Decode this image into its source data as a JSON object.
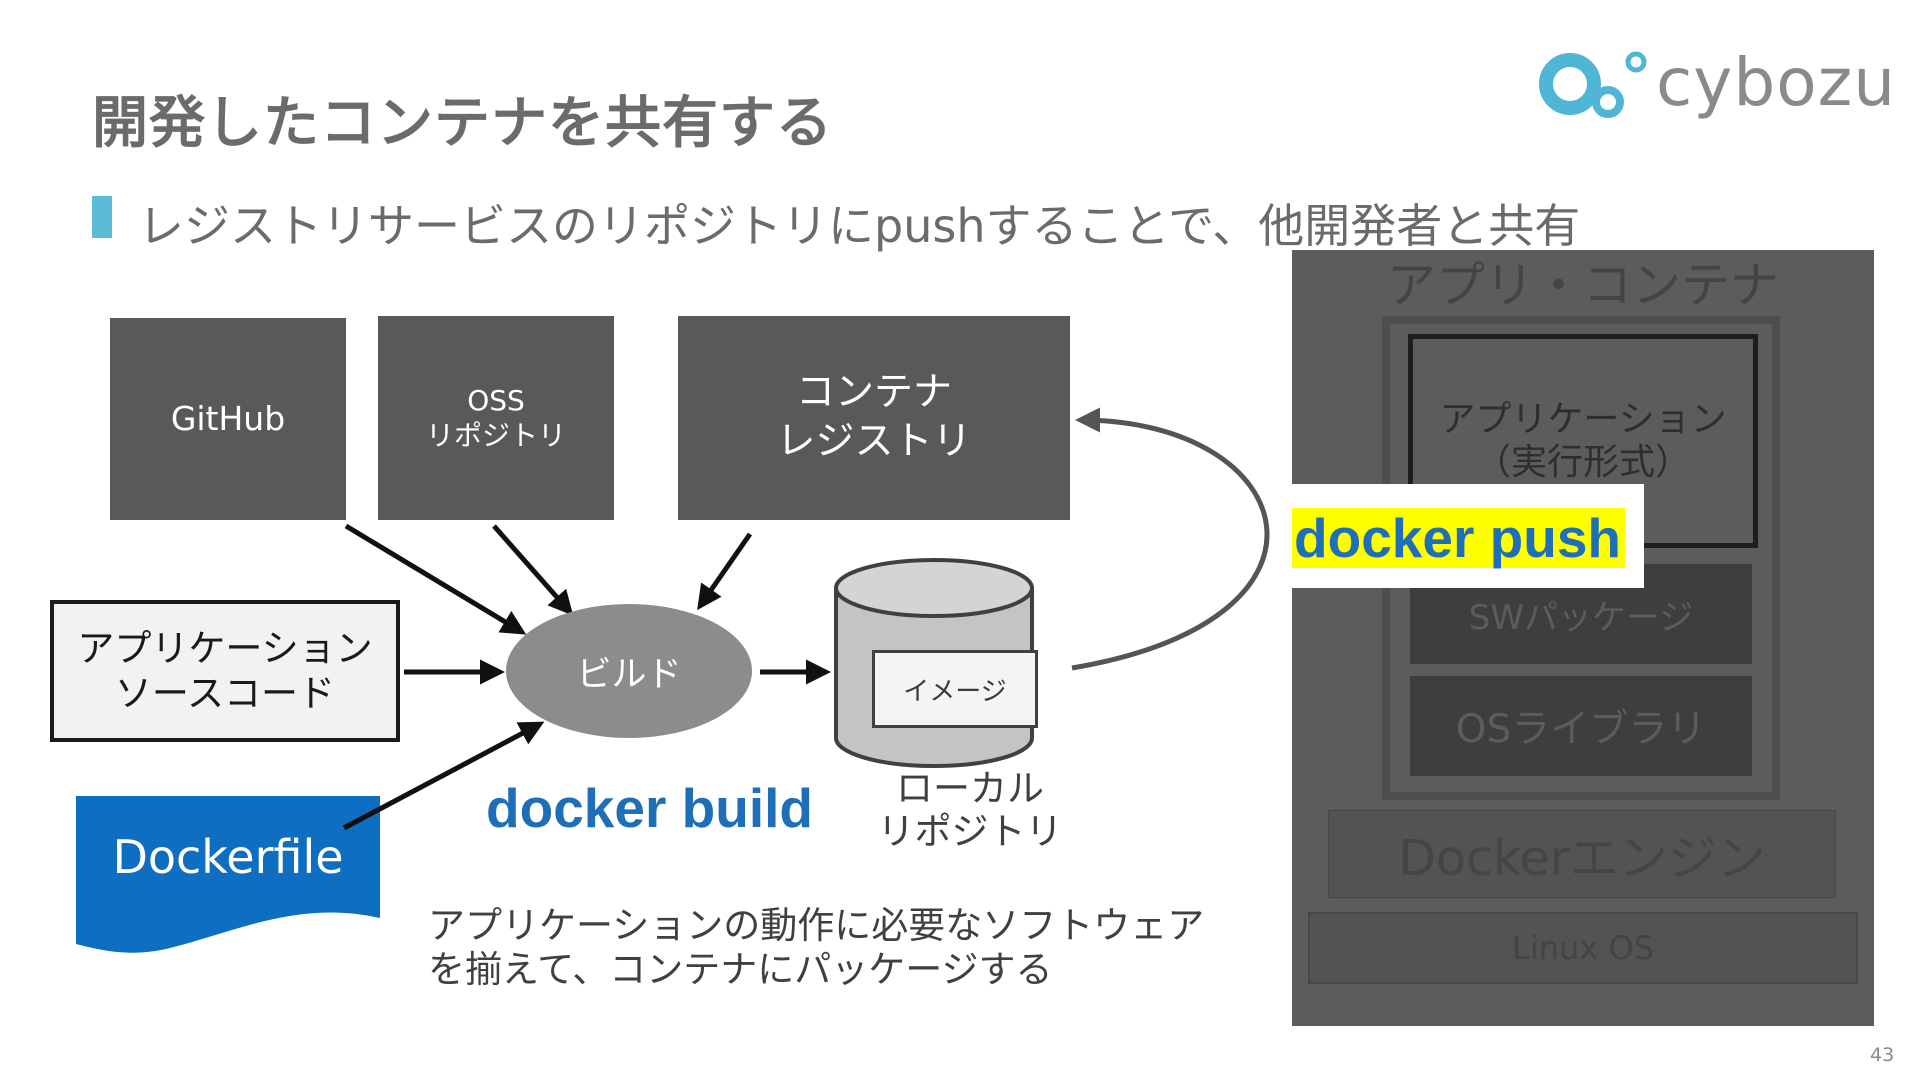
{
  "slide": {
    "title": "開発したコンテナを共有する",
    "subtitle": "レジストリサービスのリポジトリにpushすることで、他開発者と共有",
    "page_number": "43"
  },
  "logo": {
    "text": "cybozu",
    "colors": {
      "big": "#4fb6d6",
      "mid": "#4fb6d6",
      "small": "#4fb6d6"
    }
  },
  "diagram": {
    "github": "GitHub",
    "oss_line1": "OSS",
    "oss_line2": "リポジトリ",
    "registry_line1": "コンテナ",
    "registry_line2": "レジストリ",
    "source_line1": "アプリケーション",
    "source_line2": "ソースコード",
    "build": "ビルド",
    "image": "イメージ",
    "local_line1": "ローカル",
    "local_line2": "リポジトリ",
    "docker_build": "docker build",
    "dockerfile": "Dockerfile",
    "note_line1": "アプリケーションの動作に必要なソフトウェア",
    "note_line2": "を揃えて、コンテナにパッケージする",
    "docker_push": "docker push"
  },
  "container_panel": {
    "title": "アプリ・コンテナ",
    "app_line1": "アプリケーション",
    "app_line2": "（実行形式）",
    "sw_package": "SWパッケージ",
    "os_library": "OSライブラリ",
    "engine": "Dockerエンジン",
    "linux": "Linux OS"
  },
  "colors": {
    "accent_blue": "#1f6fb8",
    "highlight_yellow": "#ffff00",
    "bullet": "#5bbcd6",
    "dockerfile_blue": "#0e6ec1"
  }
}
